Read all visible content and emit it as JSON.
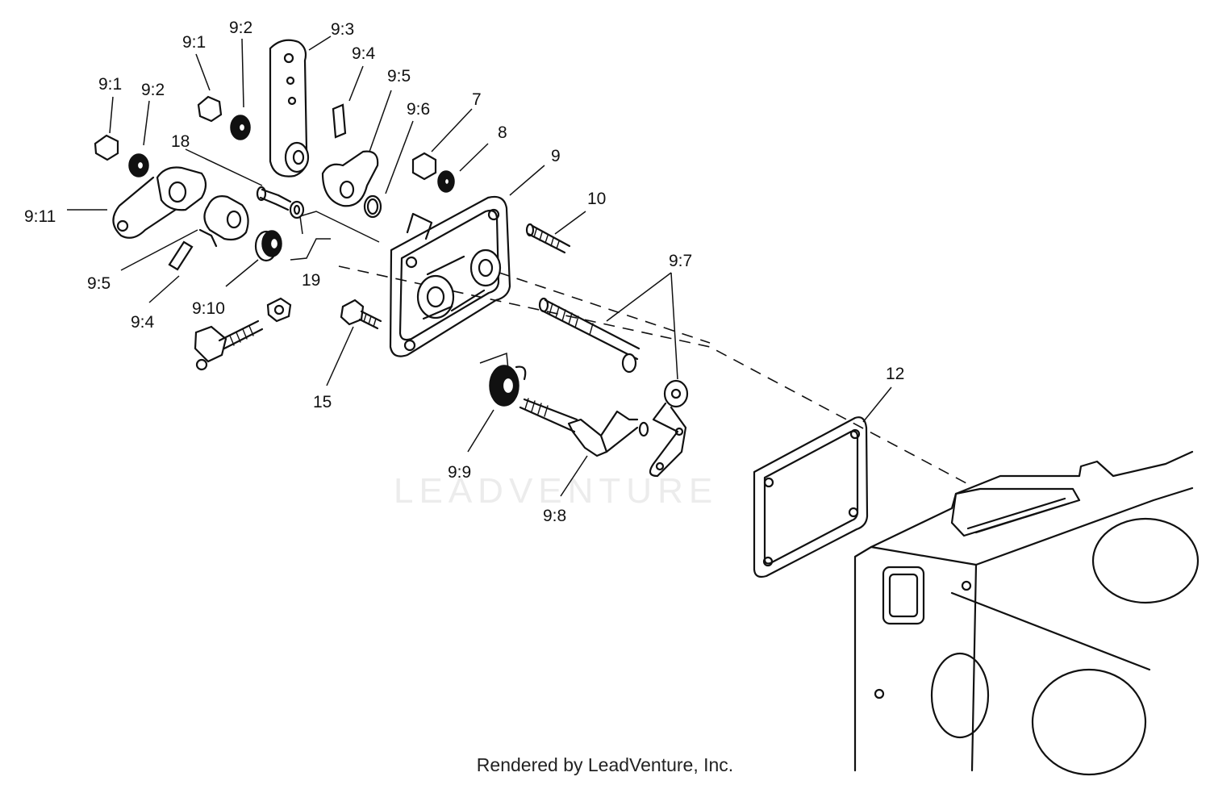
{
  "watermark": "LEADVENTURE",
  "credit": "Rendered by LeadVenture, Inc.",
  "callouts": {
    "c9_1_top": "9:1",
    "c9_2_top": "9:2",
    "c9_3": "9:3",
    "c9_4_top": "9:4",
    "c9_5_top": "9:5",
    "c9_6": "9:6",
    "c7": "7",
    "c8": "8",
    "c9": "9",
    "c10": "10",
    "c9_1_left": "9:1",
    "c9_2_left": "9:2",
    "c18": "18",
    "c9_11": "9:11",
    "c9_5_left": "9:5",
    "c19": "19",
    "c9_4_left": "9:4",
    "c9_10": "9:10",
    "c15": "15",
    "c9_7": "9:7",
    "c9_9": "9:9",
    "c9_8": "9:8",
    "c12": "12"
  }
}
